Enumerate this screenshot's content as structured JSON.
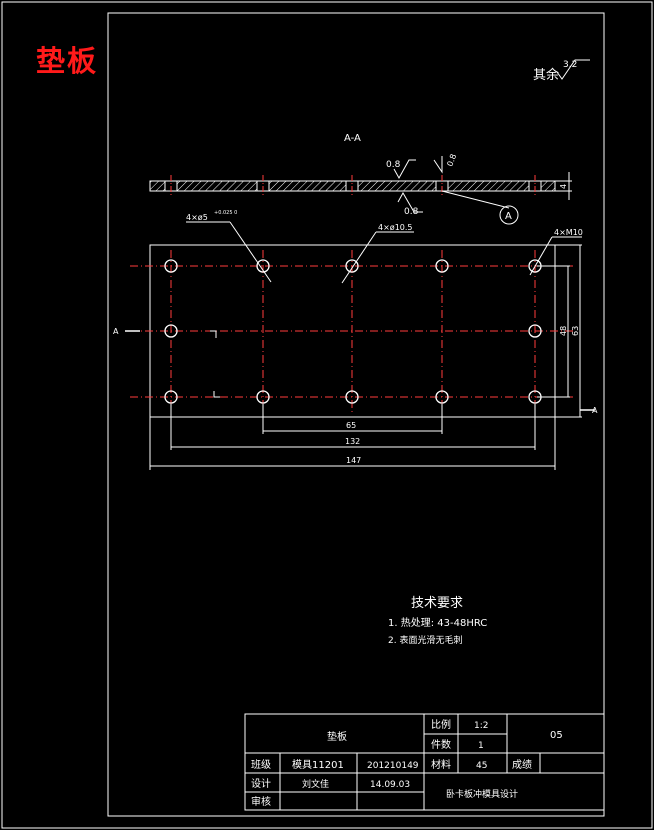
{
  "part_name": "垫板",
  "surface_roughness_other": {
    "label": "其余",
    "value": "3.2"
  },
  "section": {
    "label": "A-A",
    "roughness_top": "0.8",
    "roughness_bottom": "0.8",
    "roughness_right": "0.8",
    "thickness": "4",
    "detail_marker": "A"
  },
  "callouts": {
    "counterbore_holes": "4×ø5",
    "counterbore_tol": "+0.025 0",
    "holes_10_5": "4×ø10.5",
    "holes_m10": "4×M10"
  },
  "section_markers": {
    "left": "A",
    "right": "A"
  },
  "dimensions": {
    "d65": "65",
    "d132": "132",
    "d147": "147",
    "d48": "48",
    "d63": "63"
  },
  "tech_requirements": {
    "title": "技术要求",
    "items": [
      "1. 热处理: 43-48HRC",
      "2. 表面光滑无毛刺"
    ]
  },
  "title_block": {
    "part_name": "垫板",
    "scale_label": "比例",
    "scale_value": "1:2",
    "qty_label": "件数",
    "qty_value": "1",
    "drawing_no": "05",
    "class_label": "班级",
    "class_value": "模具11201",
    "student_no": "201210149",
    "material_label": "材料",
    "material_value": "45",
    "grade_label": "成绩",
    "design_label": "设计",
    "designer": "刘文佳",
    "date": "14.09.03",
    "review_label": "审核",
    "project": "卧卡板冲模具设计"
  }
}
